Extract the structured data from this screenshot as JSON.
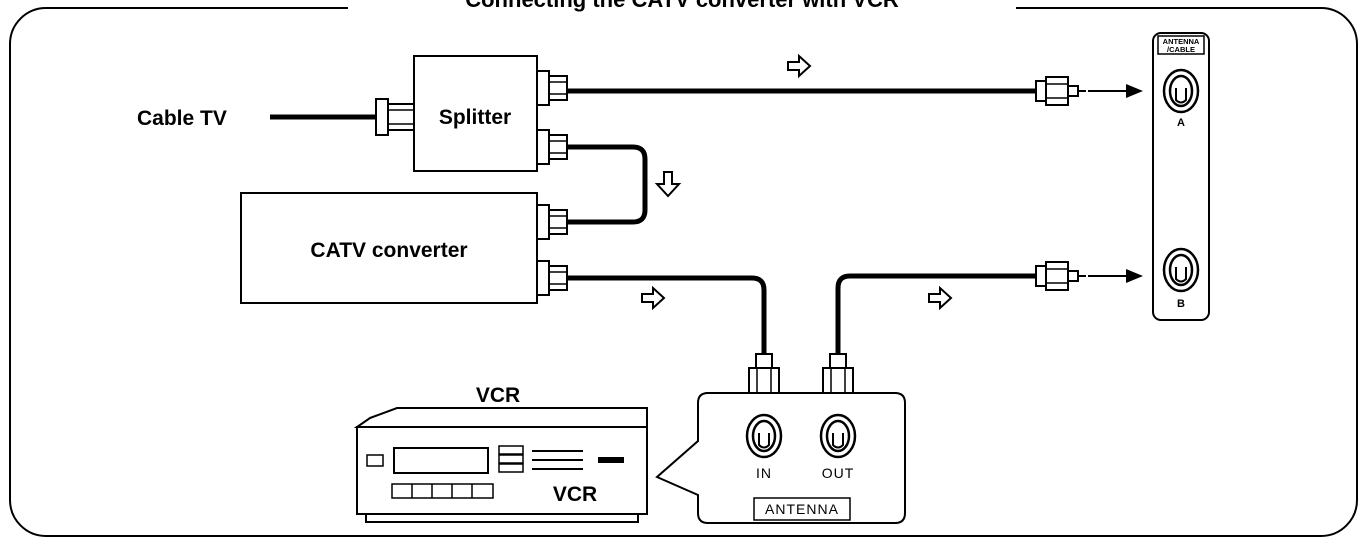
{
  "title": "Connecting the CATV converter with VCR",
  "labels": {
    "cable_tv": "Cable TV",
    "splitter": "Splitter",
    "catv_converter": "CATV converter",
    "vcr_top": "VCR",
    "vcr_front": "VCR",
    "vcr_in": "IN",
    "vcr_out": "OUT",
    "vcr_antenna": "ANTENNA",
    "tv_antenna_line1": "ANTENNA",
    "tv_antenna_line2": "/CABLE",
    "tv_input_a": "A",
    "tv_input_b": "B"
  },
  "icons": {
    "flow_arrow": "hollow-arrow-icon",
    "pointer_arrow": "solid-arrow-icon",
    "jack": "coax-jack-icon",
    "plug": "coax-plug-icon"
  }
}
